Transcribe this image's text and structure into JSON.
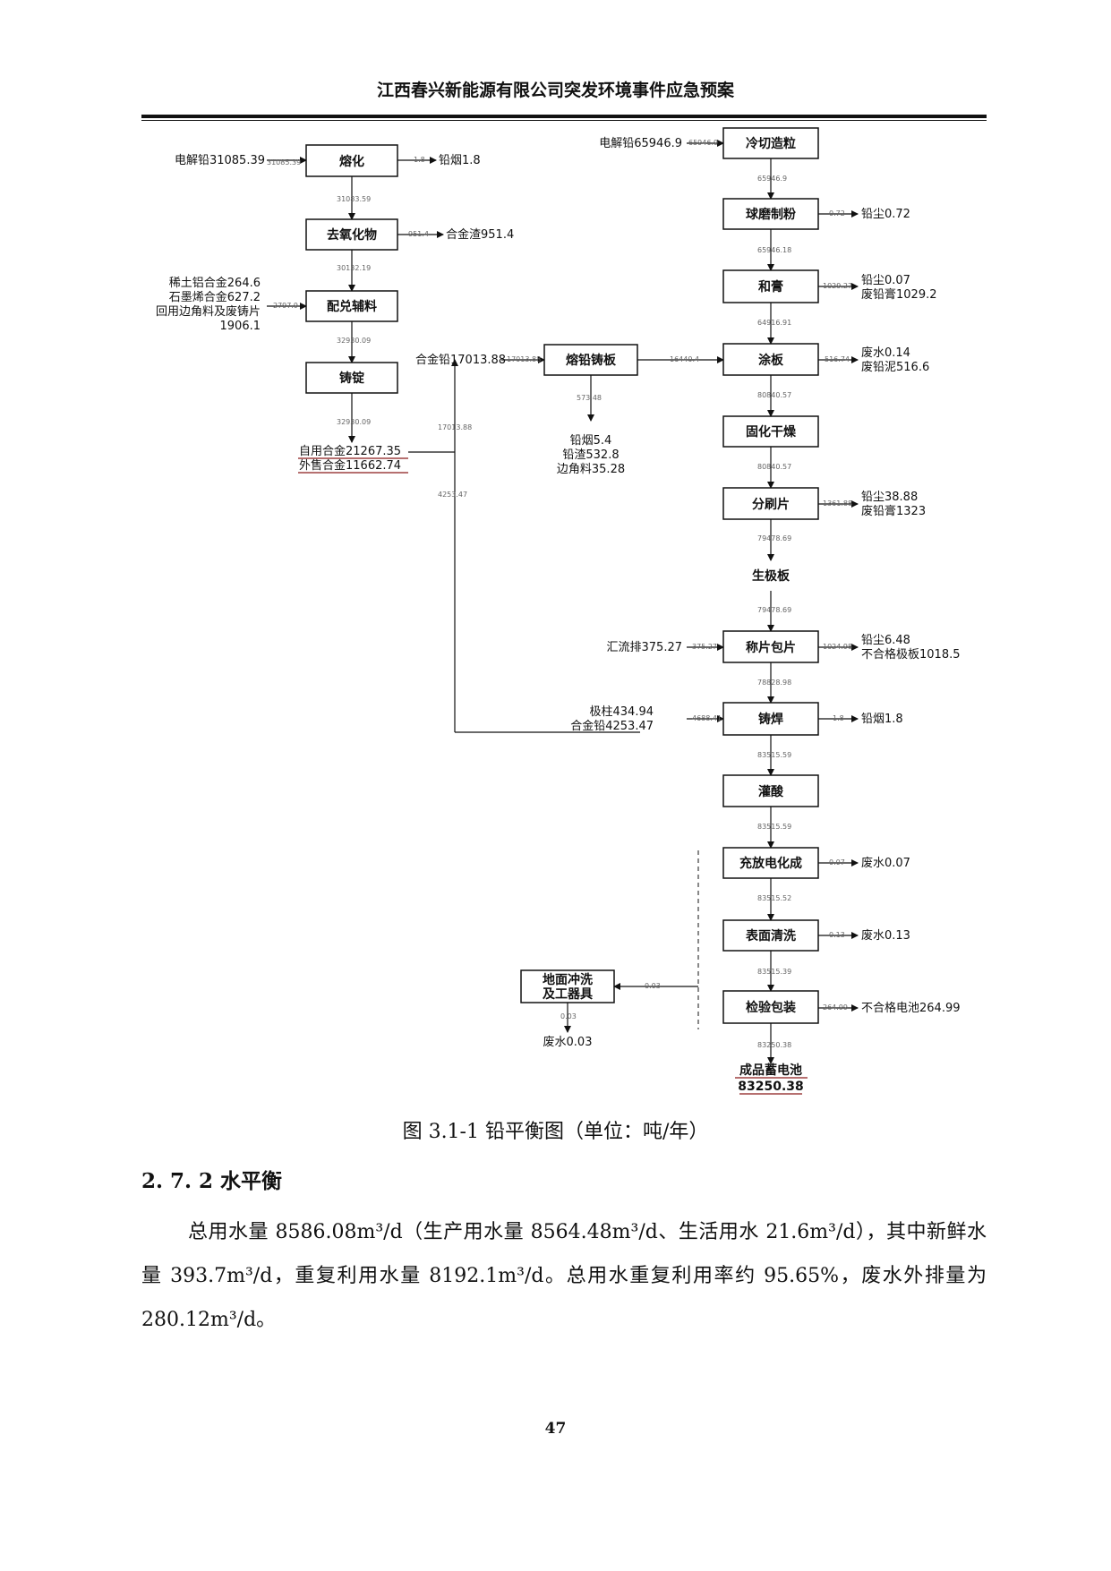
{
  "header": "江西春兴新能源有限公司突发环境事件应急预案",
  "diagram": {
    "boxes": {
      "melt": "熔化",
      "oxide": "去氧化物",
      "mix": "配兑辅料",
      "ingot": "铸锭",
      "cast_plate": "熔铅铸板",
      "cold_cut": "冷切造粒",
      "ball_mill": "球磨制粉",
      "paste": "和膏",
      "coat": "涂板",
      "cure": "固化干燥",
      "cut": "分刷片",
      "raw_plate": "生极板",
      "wrap": "称片包片",
      "weld": "铸焊",
      "acid": "灌酸",
      "charge": "充放电化成",
      "clean": "表面清洗",
      "pack": "检验包装",
      "ground": "地面冲洗\n及工器具",
      "product": "成品蓄电池"
    },
    "labels": {
      "in_melt": "电解铅31085.39",
      "out_melt": "铅烟1.8",
      "out_oxide": "合金渣951.4",
      "in_mix1": "稀土铝合金264.6",
      "in_mix2": "石墨烯合金627.2",
      "in_mix3": "回用边角料及废铸片",
      "in_mix4": "1906.1",
      "self_use": "自用合金21267.35",
      "sell": "外售合金11662.74",
      "in_cast": "合金铅17013.88",
      "out_cast1": "铅烟5.4",
      "out_cast2": "铅渣532.8",
      "out_cast3": "边角料35.28",
      "in_cold": "电解铅65946.9",
      "out_ball": "铅尘0.72",
      "out_paste1": "铅尘0.07",
      "out_paste2": "废铅膏1029.2",
      "out_coat1": "废水0.14",
      "out_coat2": "废铅泥516.6",
      "out_cut1": "铅尘38.88",
      "out_cut2": "废铅膏1323",
      "in_wrap": "汇流排375.27",
      "out_wrap1": "铅尘6.48",
      "out_wrap2": "不合格极板1018.5",
      "in_weld1": "极柱434.94",
      "in_weld2": "合金铅4253.47",
      "out_weld": "铅烟1.8",
      "out_charge": "废水0.07",
      "out_clean": "废水0.13",
      "out_pack": "不合格电池264.99",
      "out_ground": "废水0.03",
      "product_value": "83250.38"
    }
  },
  "caption": "图 3.1-1  铅平衡图（单位：吨/年）",
  "section_title": "2. 7. 2  水平衡",
  "paragraph": "总用水量 8586.08m³/d（生产用水量 8564.48m³/d、生活用水 21.6m³/d），其中新鲜水量 393.7m³/d，重复利用水量 8192.1m³/d。总用水重复利用率约 95.65%，废水外排量为 280.12m³/d。",
  "page_number": "47"
}
